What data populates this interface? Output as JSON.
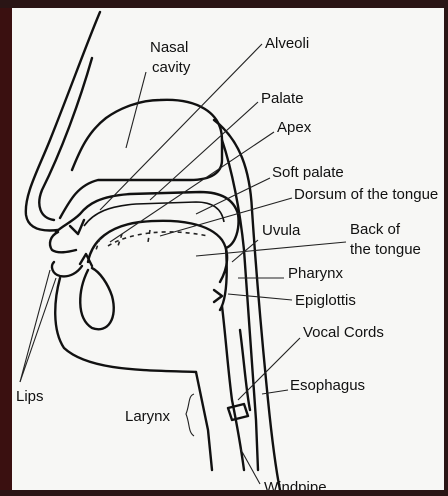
{
  "labels": {
    "nasal_cavity": [
      "Nasal",
      "cavity"
    ],
    "alveoli": "Alveoli",
    "palate": "Palate",
    "apex": "Apex",
    "soft_palate": "Soft palate",
    "dorsum": "Dorsum of the tongue",
    "uvula": "Uvula",
    "back_of_tongue": [
      "Back of",
      "the tongue"
    ],
    "pharynx": "Pharynx",
    "epiglottis": "Epiglottis",
    "vocal_cords": "Vocal Cords",
    "esophagus": "Esophagus",
    "lips": "Lips",
    "larynx": "Larynx",
    "windpipe": "Windpipe"
  }
}
